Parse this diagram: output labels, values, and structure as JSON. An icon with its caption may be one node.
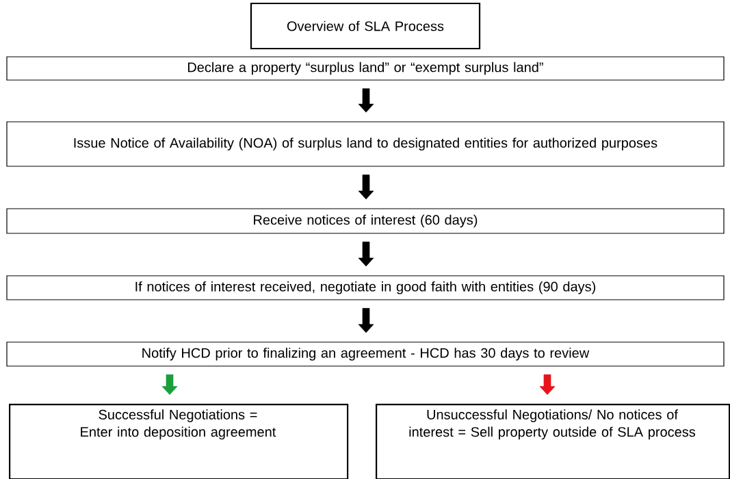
{
  "diagram": {
    "nodes": [
      {
        "text": [
          "Overview of SLA Process"
        ]
      },
      {
        "text": [
          "Declare a property “surplus land” or “exempt surplus land”"
        ]
      },
      {
        "text": [
          "Issue Notice of Availability (NOA) of surplus land to designated entities for authorized purposes"
        ]
      },
      {
        "text": [
          "Receive notices of interest (60 days)"
        ]
      },
      {
        "text": [
          "If notices of interest received, negotiate in good faith with entities (90 days)"
        ]
      },
      {
        "text": [
          "Notify HCD prior to finalizing an agreement - HCD has 30 days to review"
        ]
      },
      {
        "text": [
          "Successful Negotiations = Enter into deposition agreement"
        ]
      },
      {
        "text": [
          "Unsuccessful Negotiations/ No notices of interest = Sell property outside of SLA process"
        ]
      }
    ],
    "edges": [
      {
        "from": 1,
        "to": 2,
        "arrow": "to"
      },
      {
        "from": 2,
        "to": 3,
        "arrow": "to"
      },
      {
        "from": 3,
        "to": 4,
        "arrow": "to"
      },
      {
        "from": 4,
        "to": 5,
        "arrow": "to"
      },
      {
        "from": 5,
        "to": 6,
        "arrow": "to",
        "color": "#1a9f3c"
      },
      {
        "from": 5,
        "to": 7,
        "arrow": "to",
        "color": "#e8141a"
      }
    ]
  }
}
